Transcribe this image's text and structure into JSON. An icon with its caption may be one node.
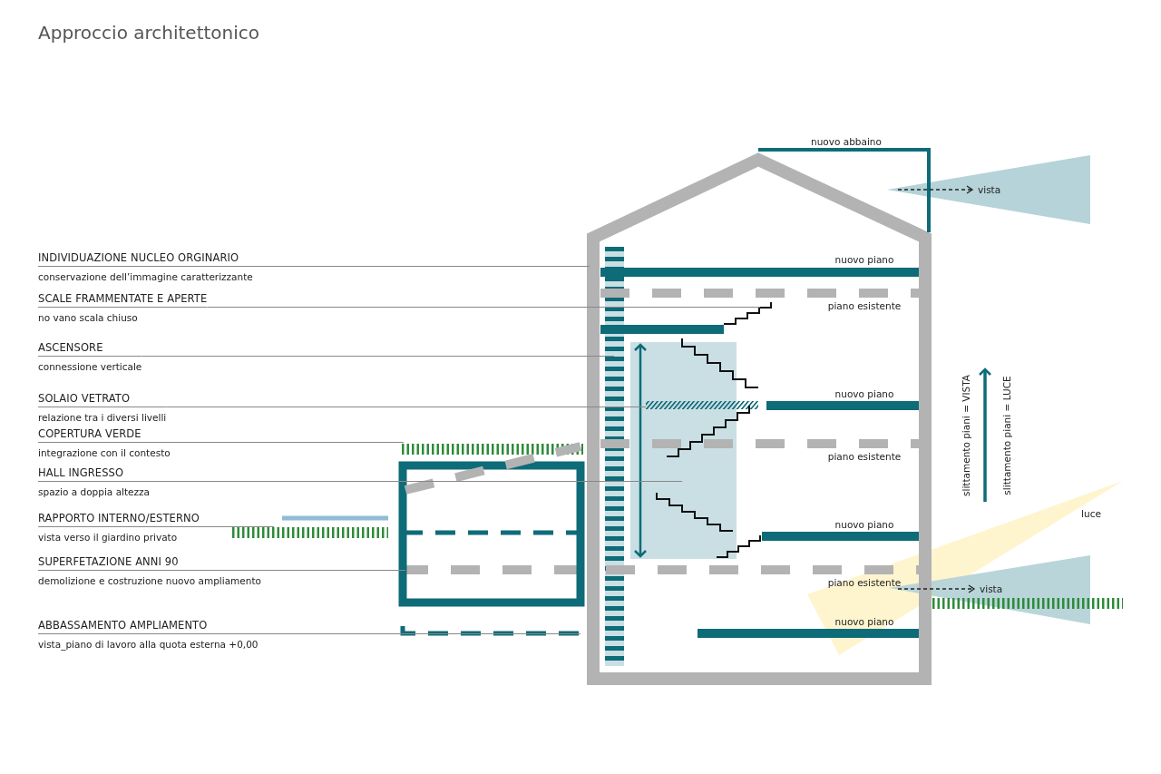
{
  "diagram": {
    "title": "Approccio architettonico",
    "nodes": [
      {
        "text": [
          "INDIVIDUAZIONE NUCLEO ORGINARIO",
          "conservazione dell’immagine caratterizzante"
        ]
      },
      {
        "text": [
          "SCALE FRAMMENTATE E APERTE",
          "no vano scala chiuso"
        ]
      },
      {
        "text": [
          "ASCENSORE",
          "connessione verticale"
        ]
      },
      {
        "text": [
          "SOLAIO VETRATO",
          "relazione tra i diversi livelli"
        ]
      },
      {
        "text": [
          "COPERTURA VERDE",
          "integrazione con il contesto"
        ]
      },
      {
        "text": [
          "HALL INGRESSO",
          "spazio a doppia altezza"
        ]
      },
      {
        "text": [
          "RAPPORTO INTERNO/ESTERNO",
          "vista verso il giardino privato"
        ]
      },
      {
        "text": [
          "SUPERFETAZIONE ANNI 90",
          "demolizione e costruzione nuovo ampliamento"
        ]
      },
      {
        "text": [
          "ABBASSAMENTO AMPLIAMENTO",
          "vista_piano di lavoro alla quota esterna +0,00"
        ]
      }
    ],
    "edges": [
      {
        "from": 0,
        "to": null,
        "arrow": "none"
      },
      {
        "from": 1,
        "to": null,
        "arrow": "none"
      },
      {
        "from": 2,
        "to": null,
        "arrow": "none"
      },
      {
        "from": 3,
        "to": null,
        "arrow": "none"
      },
      {
        "from": 4,
        "to": null,
        "arrow": "none"
      },
      {
        "from": 5,
        "to": null,
        "arrow": "none"
      },
      {
        "from": 6,
        "to": null,
        "arrow": "none"
      },
      {
        "from": 7,
        "to": null,
        "arrow": "none"
      },
      {
        "from": 8,
        "to": null,
        "arrow": "none"
      }
    ],
    "labels": [
      "nuovo abbaino",
      "vista",
      "nuovo piano",
      "piano esistente",
      "nuovo piano",
      "slittamento piani = VISTA",
      "slittamento piani = LUCE",
      "piano esistente",
      "luce",
      "nuovo piano",
      "piano esistente",
      "vista",
      "nuovo piano"
    ]
  }
}
